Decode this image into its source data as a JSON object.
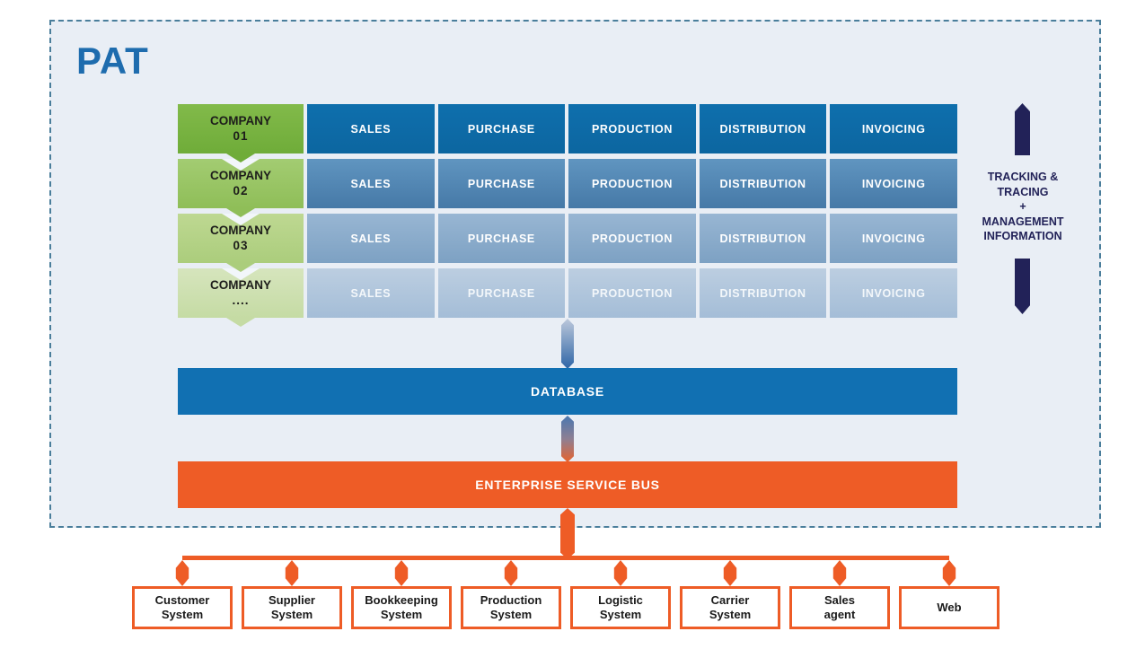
{
  "title": "PAT",
  "matrix": {
    "companies": [
      {
        "line1": "COMPANY",
        "line2": "01"
      },
      {
        "line1": "COMPANY",
        "line2": "02"
      },
      {
        "line1": "COMPANY",
        "line2": "03"
      },
      {
        "line1": "COMPANY",
        "line2": "...."
      }
    ],
    "modules": [
      "SALES",
      "PURCHASE",
      "PRODUCTION",
      "DISTRIBUTION",
      "INVOICING"
    ]
  },
  "tracking": {
    "lines": [
      "TRACKING &",
      "TRACING",
      "+",
      "MANAGEMENT",
      "INFORMATION"
    ]
  },
  "database_label": "DATABASE",
  "esb_label": "ENTERPRISE SERVICE BUS",
  "systems": [
    {
      "line1": "Customer",
      "line2": "System"
    },
    {
      "line1": "Supplier",
      "line2": "System"
    },
    {
      "line1": "Bookkeeping",
      "line2": "System"
    },
    {
      "line1": "Production",
      "line2": "System"
    },
    {
      "line1": "Logistic",
      "line2": "System"
    },
    {
      "line1": "Carrier",
      "line2": "System"
    },
    {
      "line1": "Sales",
      "line2": "agent"
    },
    {
      "line1": "Web",
      "line2": ""
    }
  ],
  "colors": {
    "pat-blue": "#1e6cae",
    "panel-bg": "#e9eef5",
    "dash-border": "#4a7e9b",
    "navy": "#222258",
    "db-blue": "#1170b2",
    "orange": "#ee5c26",
    "green-1": "#79b440",
    "green-2": "#98c566",
    "green-3": "#b5d38d",
    "green-4": "#d0e2b5",
    "blue-1": "#0f6ca9",
    "blue-2": "#548bb8",
    "blue-3": "#8cabca",
    "blue-4": "#afc5dc"
  }
}
